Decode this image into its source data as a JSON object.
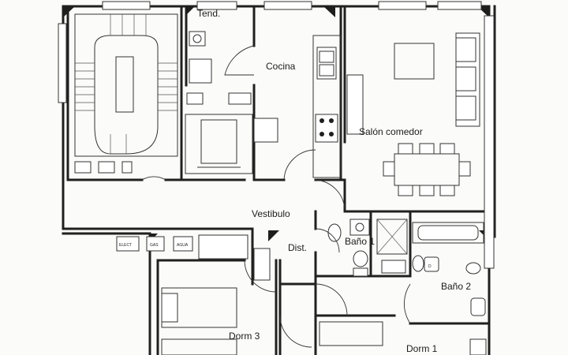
{
  "rooms": {
    "tend": "Tend.",
    "cocina": "Cocina",
    "salon": "Salón comedor",
    "vestibulo": "Vestibulo",
    "dist": "Dist.",
    "bano1": "Baño 1",
    "bano2": "Baño 2",
    "dorm3": "Dorm 3",
    "dorm1": "Dorm 1"
  },
  "meters": {
    "elect": "ELECT",
    "gas": "GAS",
    "agua": "AGUA"
  },
  "fixtures": {
    "shower_tray_mark": "D"
  }
}
